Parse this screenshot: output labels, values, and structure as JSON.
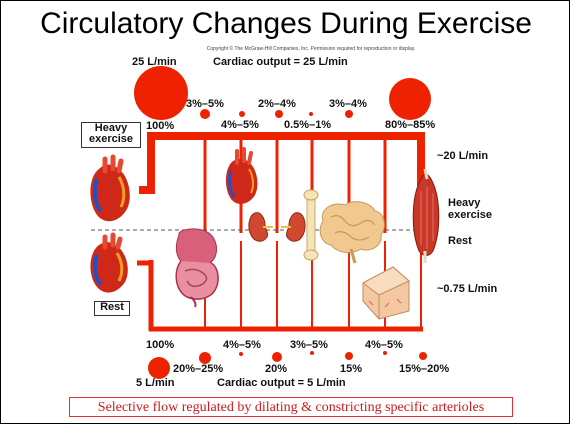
{
  "title": "Circulatory Changes During Exercise",
  "copyright": "Copyright © The McGraw-Hill Companies, Inc. Permission required for reproduction or display.",
  "heavy": {
    "total": "25 L/min",
    "cardiac_output": "Cardiac output = 25 L/min",
    "state_label": "Heavy exercise",
    "percentages": [
      "100%",
      "3%–5%",
      "4%–5%",
      "2%–4%",
      "0.5%–1%",
      "3%–4%",
      "80%–85%"
    ],
    "muscle_flow": "~20 L/min"
  },
  "rest": {
    "total": "5 L/min",
    "cardiac_output": "Cardiac output = 5 L/min",
    "state_label": "Rest",
    "percentages": [
      "100%",
      "20%–25%",
      "4%–5%",
      "20%",
      "3%–5%",
      "15%",
      "4%–5%",
      "15%–20%"
    ],
    "muscle_flow": "~0.75 L/min"
  },
  "muscle_labels": {
    "heavy": "Heavy exercise",
    "rest": "Rest"
  },
  "caption": "Selective flow regulated by dilating & constricting specific arterioles",
  "colors": {
    "flow": "#ee2200",
    "caption_border": "#e03030",
    "caption_text": "#d01818"
  },
  "organs": [
    "heart-heavy",
    "heart-rest",
    "heart-myocardium",
    "digestive-tract",
    "kidneys",
    "bone",
    "brain",
    "skin",
    "skeletal-muscle"
  ]
}
